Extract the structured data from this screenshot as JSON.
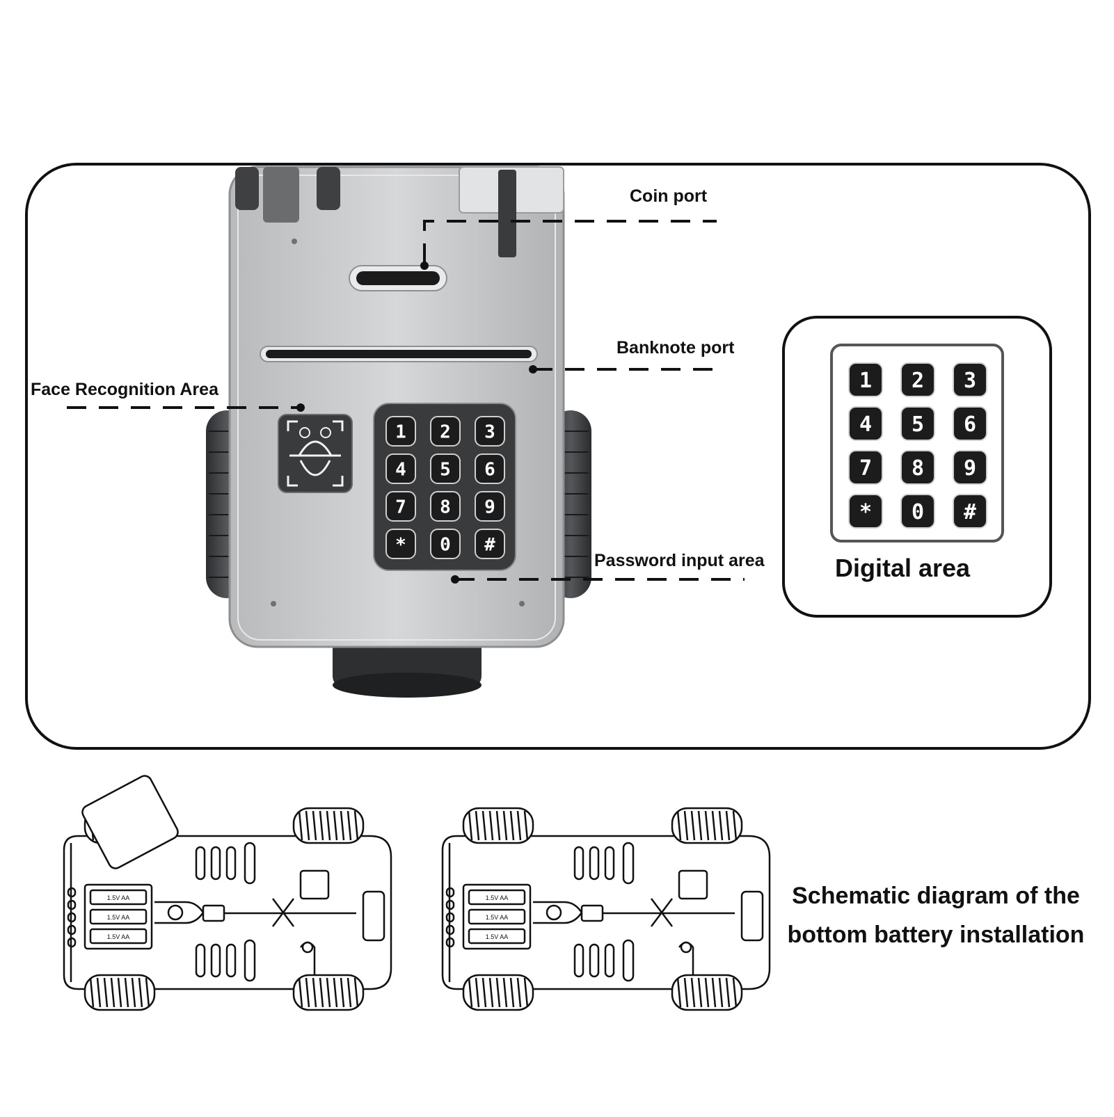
{
  "labels": {
    "coin_port": "Coin port",
    "banknote_port": "Banknote port",
    "face_recognition_area": "Face Recognition Area",
    "password_input_area": "Password input area",
    "digital_area": "Digital area",
    "battery_caption_line1": "Schematic diagram of the",
    "battery_caption_line2": "bottom battery installation"
  },
  "keypad": {
    "keys": [
      "1",
      "2",
      "3",
      "4",
      "5",
      "6",
      "7",
      "8",
      "9",
      "*",
      "0",
      "#"
    ]
  },
  "battery_labels": [
    "1.5V AA",
    "1.5V AA",
    "1.5V AA"
  ],
  "colors": {
    "line": "#111111",
    "body": "#c9cacc",
    "body_dark": "#3a3b3d",
    "key_bg": "#1c1c1c",
    "key_text": "#ffffff"
  }
}
